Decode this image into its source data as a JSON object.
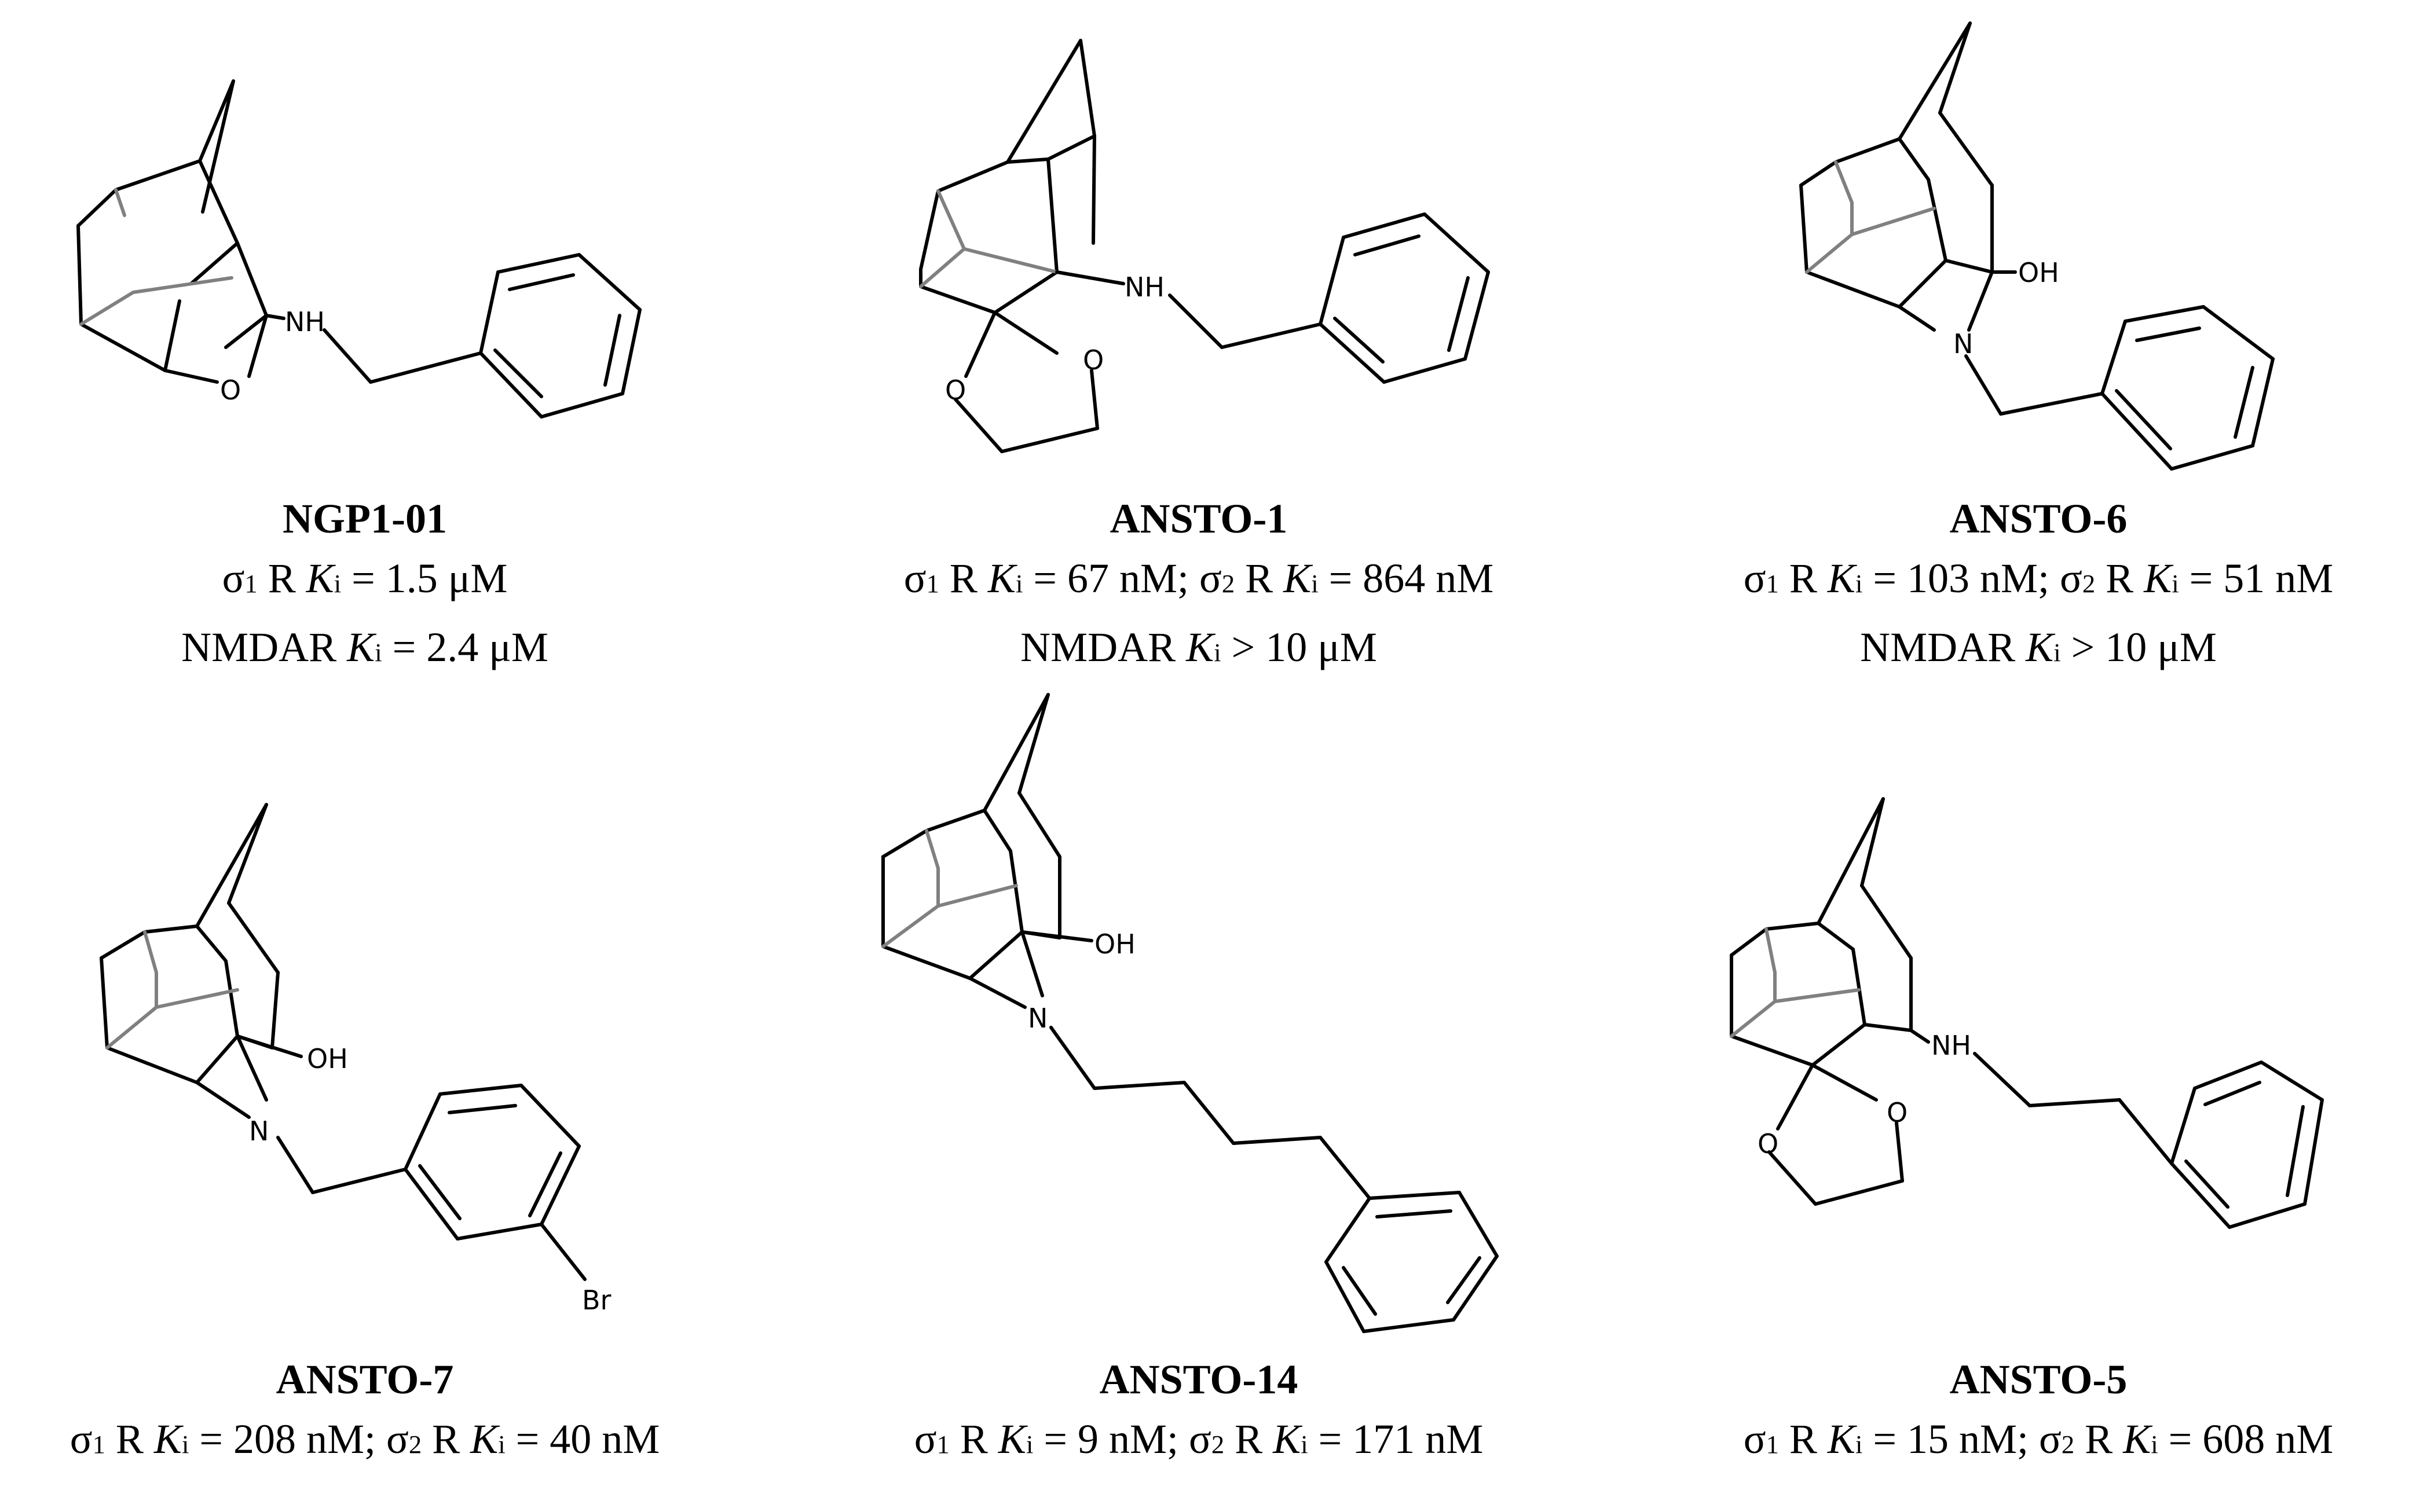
{
  "compounds": [
    {
      "name": "NGP1-01",
      "line1": [
        {
          "t": "σ"
        },
        {
          "t": "1",
          "s": "sub"
        },
        {
          "t": " R "
        },
        {
          "t": "K",
          "s": "it"
        },
        {
          "t": "i",
          "s": "sub"
        },
        {
          "t": " = 1.5 μM"
        }
      ],
      "line2": [
        {
          "t": "NMDAR "
        },
        {
          "t": "K",
          "s": "it"
        },
        {
          "t": "i",
          "s": "sub"
        },
        {
          "t": " = 2.4 μM"
        }
      ],
      "atom_labels": [
        "NH",
        "O"
      ]
    },
    {
      "name": "ANSTO-1",
      "line1": [
        {
          "t": "σ"
        },
        {
          "t": "1",
          "s": "sub"
        },
        {
          "t": " R "
        },
        {
          "t": "K",
          "s": "it"
        },
        {
          "t": "i",
          "s": "sub"
        },
        {
          "t": " = 67 nM; σ"
        },
        {
          "t": "2",
          "s": "sub"
        },
        {
          "t": " R "
        },
        {
          "t": "K",
          "s": "it"
        },
        {
          "t": "i",
          "s": "sub"
        },
        {
          "t": " = 864 nM"
        }
      ],
      "line2": [
        {
          "t": "NMDAR "
        },
        {
          "t": "K",
          "s": "it"
        },
        {
          "t": "i",
          "s": "sub"
        },
        {
          "t": " > 10 μM"
        }
      ],
      "atom_labels": [
        "NH",
        "O",
        "O"
      ]
    },
    {
      "name": "ANSTO-6",
      "line1": [
        {
          "t": "σ"
        },
        {
          "t": "1",
          "s": "sub"
        },
        {
          "t": " R "
        },
        {
          "t": "K",
          "s": "it"
        },
        {
          "t": "i",
          "s": "sub"
        },
        {
          "t": " = 103 nM; σ"
        },
        {
          "t": "2",
          "s": "sub"
        },
        {
          "t": " R "
        },
        {
          "t": "K",
          "s": "it"
        },
        {
          "t": "i",
          "s": "sub"
        },
        {
          "t": " = 51 nM"
        }
      ],
      "line2": [
        {
          "t": "NMDAR "
        },
        {
          "t": "K",
          "s": "it"
        },
        {
          "t": "i",
          "s": "sub"
        },
        {
          "t": " > 10 μM"
        }
      ],
      "atom_labels": [
        "OH",
        "N"
      ]
    },
    {
      "name": "ANSTO-7",
      "line1": [
        {
          "t": "σ"
        },
        {
          "t": "1",
          "s": "sub"
        },
        {
          "t": " R "
        },
        {
          "t": "K",
          "s": "it"
        },
        {
          "t": "i",
          "s": "sub"
        },
        {
          "t": " = 208 nM; σ"
        },
        {
          "t": "2",
          "s": "sub"
        },
        {
          "t": " R "
        },
        {
          "t": "K",
          "s": "it"
        },
        {
          "t": "i",
          "s": "sub"
        },
        {
          "t": " = 40 nM"
        }
      ],
      "line2": [],
      "atom_labels": [
        "OH",
        "N",
        "Br"
      ]
    },
    {
      "name": "ANSTO-14",
      "line1": [
        {
          "t": "σ"
        },
        {
          "t": "1",
          "s": "sub"
        },
        {
          "t": " R "
        },
        {
          "t": "K",
          "s": "it"
        },
        {
          "t": "i",
          "s": "sub"
        },
        {
          "t": " = 9 nM; σ"
        },
        {
          "t": "2",
          "s": "sub"
        },
        {
          "t": " R "
        },
        {
          "t": "K",
          "s": "it"
        },
        {
          "t": "i",
          "s": "sub"
        },
        {
          "t": " = 171 nM"
        }
      ],
      "line2": [],
      "atom_labels": [
        "OH",
        "N"
      ]
    },
    {
      "name": "ANSTO-5",
      "line1": [
        {
          "t": "σ"
        },
        {
          "t": "1",
          "s": "sub"
        },
        {
          "t": " R "
        },
        {
          "t": "K",
          "s": "it"
        },
        {
          "t": "i",
          "s": "sub"
        },
        {
          "t": " = 15 nM; σ"
        },
        {
          "t": "2",
          "s": "sub"
        },
        {
          "t": " R "
        },
        {
          "t": "K",
          "s": "it"
        },
        {
          "t": "i",
          "s": "sub"
        },
        {
          "t": " = 608 nM"
        }
      ],
      "line2": [],
      "atom_labels": [
        "NH",
        "O",
        "O"
      ]
    }
  ]
}
